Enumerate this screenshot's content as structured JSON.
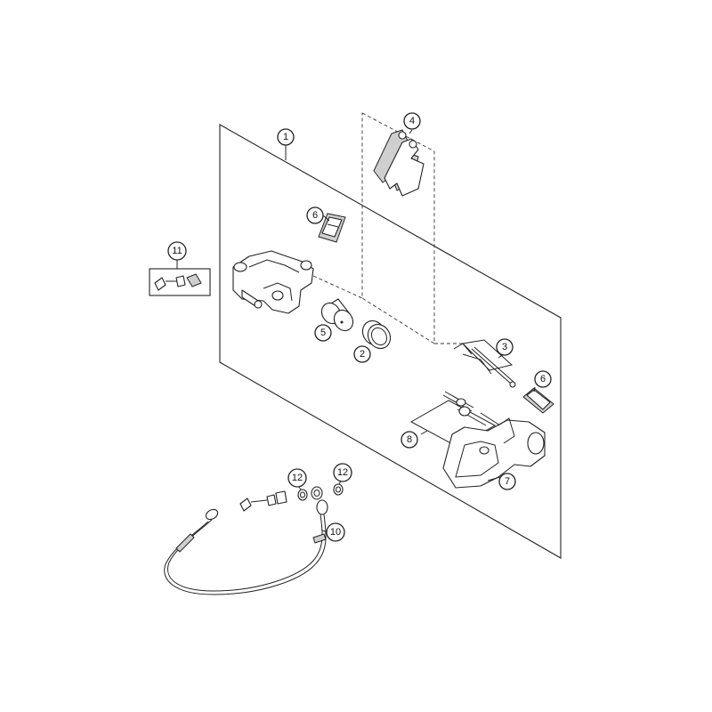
{
  "callouts": {
    "c1": "1",
    "c2": "2",
    "c3": "3",
    "c4": "4",
    "c5": "5",
    "c6a": "6",
    "c6b": "6",
    "c7": "7",
    "c8": "8",
    "c10": "10",
    "c11": "11",
    "c12a": "12",
    "c12b": "12"
  }
}
